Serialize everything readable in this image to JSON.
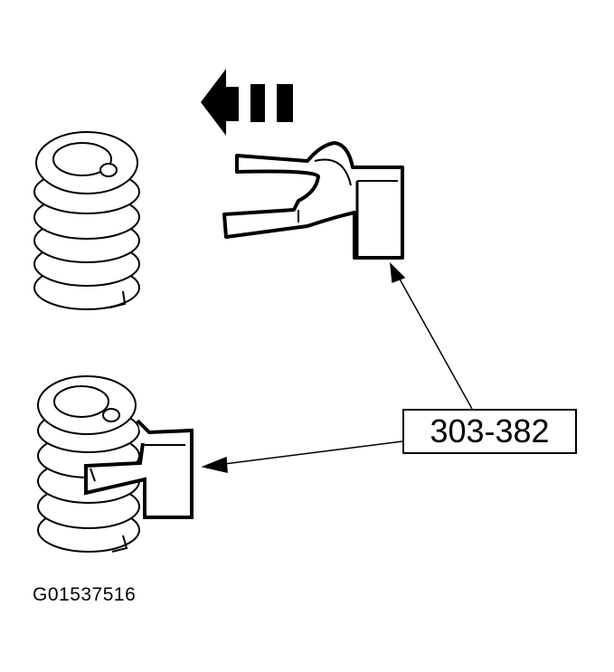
{
  "diagram": {
    "tool_label": "303-382",
    "figure_id": "G01537516",
    "colors": {
      "line": "#000000",
      "background": "#ffffff"
    },
    "elements": [
      {
        "name": "direction-arrow",
        "description": "Left-pointing arrow with two trailing bars indicating installation direction"
      },
      {
        "name": "spring-uninstalled",
        "description": "Valve spring without tool"
      },
      {
        "name": "spring-compressor-tool",
        "description": "Fork-shaped tool 303-382"
      },
      {
        "name": "spring-with-tool",
        "description": "Valve spring with tool installed"
      }
    ]
  }
}
